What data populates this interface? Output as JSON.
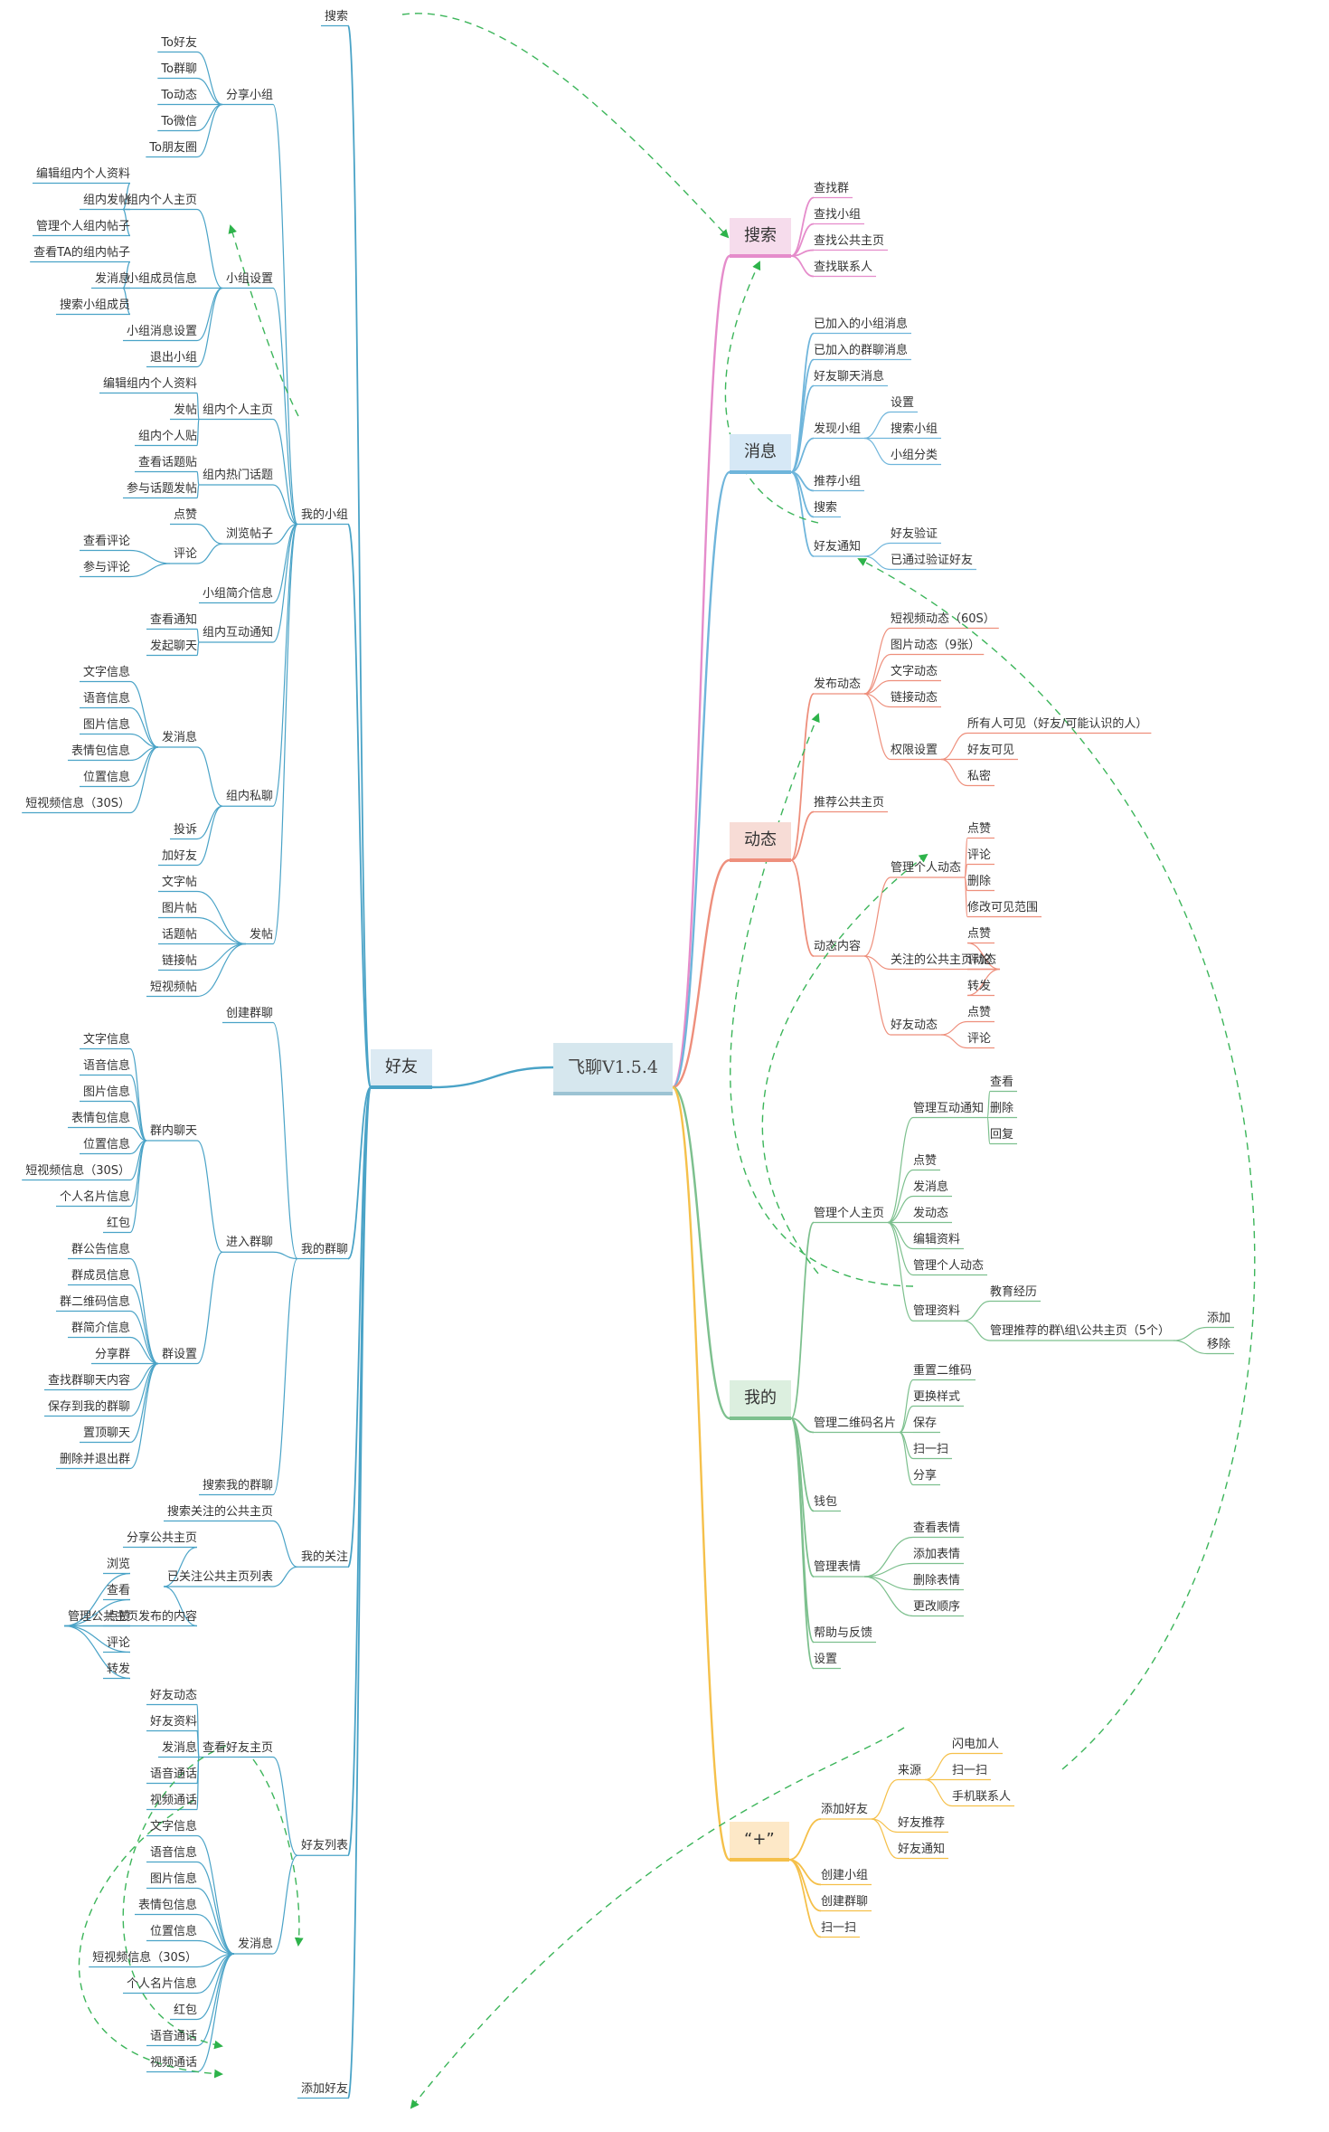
{
  "root": {
    "text": "飞聊V1.5.4",
    "color": "#9cc3d3"
  },
  "branches": [
    {
      "id": "friends",
      "label": "好友",
      "side": "L",
      "color": "#4aa3c7",
      "bg": "#dceaf3",
      "children": [
        {
          "label": "搜索"
        },
        {
          "label": "我的小组",
          "children": [
            {
              "label": "分享小组",
              "children": [
                {
                  "label": "To好友"
                },
                {
                  "label": "To群聊"
                },
                {
                  "label": "To动态"
                },
                {
                  "label": "To微信"
                },
                {
                  "label": "To朋友圈"
                }
              ]
            },
            {
              "label": "小组设置",
              "children": [
                {
                  "label": "组内个人主页",
                  "children": [
                    {
                      "label": "编辑组内个人资料"
                    },
                    {
                      "label": "组内发帖"
                    },
                    {
                      "label": "管理个人组内帖子"
                    }
                  ]
                },
                {
                  "label": "小组成员信息",
                  "children": [
                    {
                      "label": "查看TA的组内帖子"
                    },
                    {
                      "label": "发消息"
                    },
                    {
                      "label": "搜索小组成员"
                    }
                  ]
                },
                {
                  "label": "小组消息设置"
                },
                {
                  "label": "退出小组"
                }
              ]
            },
            {
              "label": "组内个人主页",
              "children": [
                {
                  "label": "编辑组内个人资料"
                },
                {
                  "label": "发帖"
                },
                {
                  "label": "组内个人贴"
                }
              ]
            },
            {
              "label": "组内热门话题",
              "children": [
                {
                  "label": "查看话题贴"
                },
                {
                  "label": "参与话题发帖"
                }
              ]
            },
            {
              "label": "浏览帖子",
              "children": [
                {
                  "label": "点赞"
                },
                {
                  "label": "评论",
                  "children": [
                    {
                      "label": "查看评论"
                    },
                    {
                      "label": "参与评论"
                    }
                  ]
                }
              ]
            },
            {
              "label": "小组简介信息"
            },
            {
              "label": "组内互动通知",
              "children": [
                {
                  "label": "查看通知"
                },
                {
                  "label": "发起聊天"
                }
              ]
            },
            {
              "label": "组内私聊",
              "children": [
                {
                  "label": "发消息",
                  "children": [
                    {
                      "label": "文字信息"
                    },
                    {
                      "label": "语音信息"
                    },
                    {
                      "label": "图片信息"
                    },
                    {
                      "label": "表情包信息"
                    },
                    {
                      "label": "位置信息"
                    },
                    {
                      "label": "短视频信息（30S）"
                    }
                  ]
                },
                {
                  "label": "投诉"
                },
                {
                  "label": "加好友"
                }
              ]
            },
            {
              "label": "发帖",
              "children": [
                {
                  "label": "文字帖"
                },
                {
                  "label": "图片帖"
                },
                {
                  "label": "话题帖"
                },
                {
                  "label": "链接帖"
                },
                {
                  "label": "短视频帖"
                }
              ]
            }
          ]
        },
        {
          "label": "我的群聊",
          "children": [
            {
              "label": "创建群聊"
            },
            {
              "label": "进入群聊",
              "children": [
                {
                  "label": "群内聊天",
                  "children": [
                    {
                      "label": "文字信息"
                    },
                    {
                      "label": "语音信息"
                    },
                    {
                      "label": "图片信息"
                    },
                    {
                      "label": "表情包信息"
                    },
                    {
                      "label": "位置信息"
                    },
                    {
                      "label": "短视频信息（30S）"
                    },
                    {
                      "label": "个人名片信息"
                    },
                    {
                      "label": "红包"
                    }
                  ]
                },
                {
                  "label": "群设置",
                  "children": [
                    {
                      "label": "群公告信息"
                    },
                    {
                      "label": "群成员信息"
                    },
                    {
                      "label": "群二维码信息"
                    },
                    {
                      "label": "群简介信息"
                    },
                    {
                      "label": "分享群"
                    },
                    {
                      "label": "查找群聊天内容"
                    },
                    {
                      "label": "保存到我的群聊"
                    },
                    {
                      "label": "置顶聊天"
                    },
                    {
                      "label": "删除并退出群"
                    }
                  ]
                }
              ]
            },
            {
              "label": "搜索我的群聊"
            }
          ]
        },
        {
          "label": "我的关注",
          "children": [
            {
              "label": "搜索关注的公共主页"
            },
            {
              "label": "已关注公共主页列表",
              "children": [
                {
                  "label": "分享公共主页"
                },
                {
                  "label": "管理公共主页发布的内容",
                  "children": [
                    {
                      "label": "浏览"
                    },
                    {
                      "label": "查看"
                    },
                    {
                      "label": "点赞"
                    },
                    {
                      "label": "评论"
                    },
                    {
                      "label": "转发"
                    }
                  ]
                }
              ]
            }
          ]
        },
        {
          "label": "好友列表",
          "children": [
            {
              "label": "查看好友主页",
              "children": [
                {
                  "label": "好友动态"
                },
                {
                  "label": "好友资料"
                },
                {
                  "label": "发消息"
                },
                {
                  "label": "语音通话"
                },
                {
                  "label": "视频通话"
                }
              ]
            },
            {
              "label": "发消息",
              "children": [
                {
                  "label": "文字信息"
                },
                {
                  "label": "语音信息"
                },
                {
                  "label": "图片信息"
                },
                {
                  "label": "表情包信息"
                },
                {
                  "label": "位置信息"
                },
                {
                  "label": "短视频信息（30S）"
                },
                {
                  "label": "个人名片信息"
                },
                {
                  "label": "红包"
                },
                {
                  "label": "语音通话"
                },
                {
                  "label": "视频通话"
                }
              ]
            }
          ]
        },
        {
          "label": "添加好友"
        }
      ]
    },
    {
      "id": "search",
      "label": "搜索",
      "side": "R",
      "color": "#e58ccb",
      "bg": "#f6dcec",
      "children": [
        {
          "label": "查找群"
        },
        {
          "label": "查找小组"
        },
        {
          "label": "查找公共主页"
        },
        {
          "label": "查找联系人"
        }
      ]
    },
    {
      "id": "messages",
      "label": "消息",
      "side": "R",
      "color": "#6fb5db",
      "bg": "#d6e8f6",
      "children": [
        {
          "label": "已加入的小组消息"
        },
        {
          "label": "已加入的群聊消息"
        },
        {
          "label": "好友聊天消息"
        },
        {
          "label": "发现小组",
          "children": [
            {
              "label": "设置"
            },
            {
              "label": "搜索小组"
            },
            {
              "label": "小组分类"
            }
          ]
        },
        {
          "label": "推荐小组"
        },
        {
          "label": "搜索"
        },
        {
          "label": "好友通知",
          "children": [
            {
              "label": "好友验证"
            },
            {
              "label": "已通过验证好友"
            }
          ]
        }
      ]
    },
    {
      "id": "moments",
      "label": "动态",
      "side": "R",
      "color": "#ee8f7c",
      "bg": "#f7dcd6",
      "children": [
        {
          "label": "发布动态",
          "children": [
            {
              "label": "短视频动态（60S）"
            },
            {
              "label": "图片动态（9张）"
            },
            {
              "label": "文字动态"
            },
            {
              "label": "链接动态"
            },
            {
              "label": "权限设置",
              "children": [
                {
                  "label": "所有人可见（好友/可能认识的人）"
                },
                {
                  "label": "好友可见"
                },
                {
                  "label": "私密"
                }
              ]
            }
          ]
        },
        {
          "label": "推荐公共主页"
        },
        {
          "label": "动态内容",
          "children": [
            {
              "label": "管理个人动态",
              "children": [
                {
                  "label": "点赞"
                },
                {
                  "label": "评论"
                },
                {
                  "label": "删除"
                },
                {
                  "label": "修改可见范围"
                }
              ]
            },
            {
              "label": "关注的公共主页动态",
              "children": [
                {
                  "label": "点赞"
                },
                {
                  "label": "评论"
                },
                {
                  "label": "转发"
                }
              ]
            },
            {
              "label": "好友动态",
              "children": [
                {
                  "label": "点赞"
                },
                {
                  "label": "评论"
                }
              ]
            }
          ]
        }
      ]
    },
    {
      "id": "me",
      "label": "我的",
      "side": "R",
      "color": "#7dc08e",
      "bg": "#dcefdf",
      "children": [
        {
          "label": "管理个人主页",
          "children": [
            {
              "label": "管理互动通知",
              "children": [
                {
                  "label": "查看"
                },
                {
                  "label": "删除"
                },
                {
                  "label": "回复"
                }
              ]
            },
            {
              "label": "点赞"
            },
            {
              "label": "发消息"
            },
            {
              "label": "发动态"
            },
            {
              "label": "编辑资料"
            },
            {
              "label": "管理个人动态"
            },
            {
              "label": "管理资料",
              "children": [
                {
                  "label": "教育经历"
                },
                {
                  "label": "管理推荐的群\\组\\公共主页（5个）",
                  "children": [
                    {
                      "label": "添加"
                    },
                    {
                      "label": "移除"
                    }
                  ]
                }
              ]
            }
          ]
        },
        {
          "label": "管理二维码名片",
          "children": [
            {
              "label": "重置二维码"
            },
            {
              "label": "更换样式"
            },
            {
              "label": "保存"
            },
            {
              "label": "扫一扫"
            },
            {
              "label": "分享"
            }
          ]
        },
        {
          "label": "钱包"
        },
        {
          "label": "管理表情",
          "children": [
            {
              "label": "查看表情"
            },
            {
              "label": "添加表情"
            },
            {
              "label": "删除表情"
            },
            {
              "label": "更改顺序"
            }
          ]
        },
        {
          "label": "帮助与反馈"
        },
        {
          "label": "设置"
        }
      ]
    },
    {
      "id": "plus",
      "label": "“+”",
      "side": "R",
      "color": "#f5c04a",
      "bg": "#fde8c7",
      "children": [
        {
          "label": "添加好友",
          "children": [
            {
              "label": "来源",
              "children": [
                {
                  "label": "闪电加人"
                },
                {
                  "label": "扫一扫"
                },
                {
                  "label": "手机联系人"
                }
              ]
            },
            {
              "label": "好友推荐"
            },
            {
              "label": "好友通知"
            }
          ]
        },
        {
          "label": "创建小组"
        },
        {
          "label": "创建群聊"
        },
        {
          "label": "扫一扫"
        }
      ]
    }
  ]
}
